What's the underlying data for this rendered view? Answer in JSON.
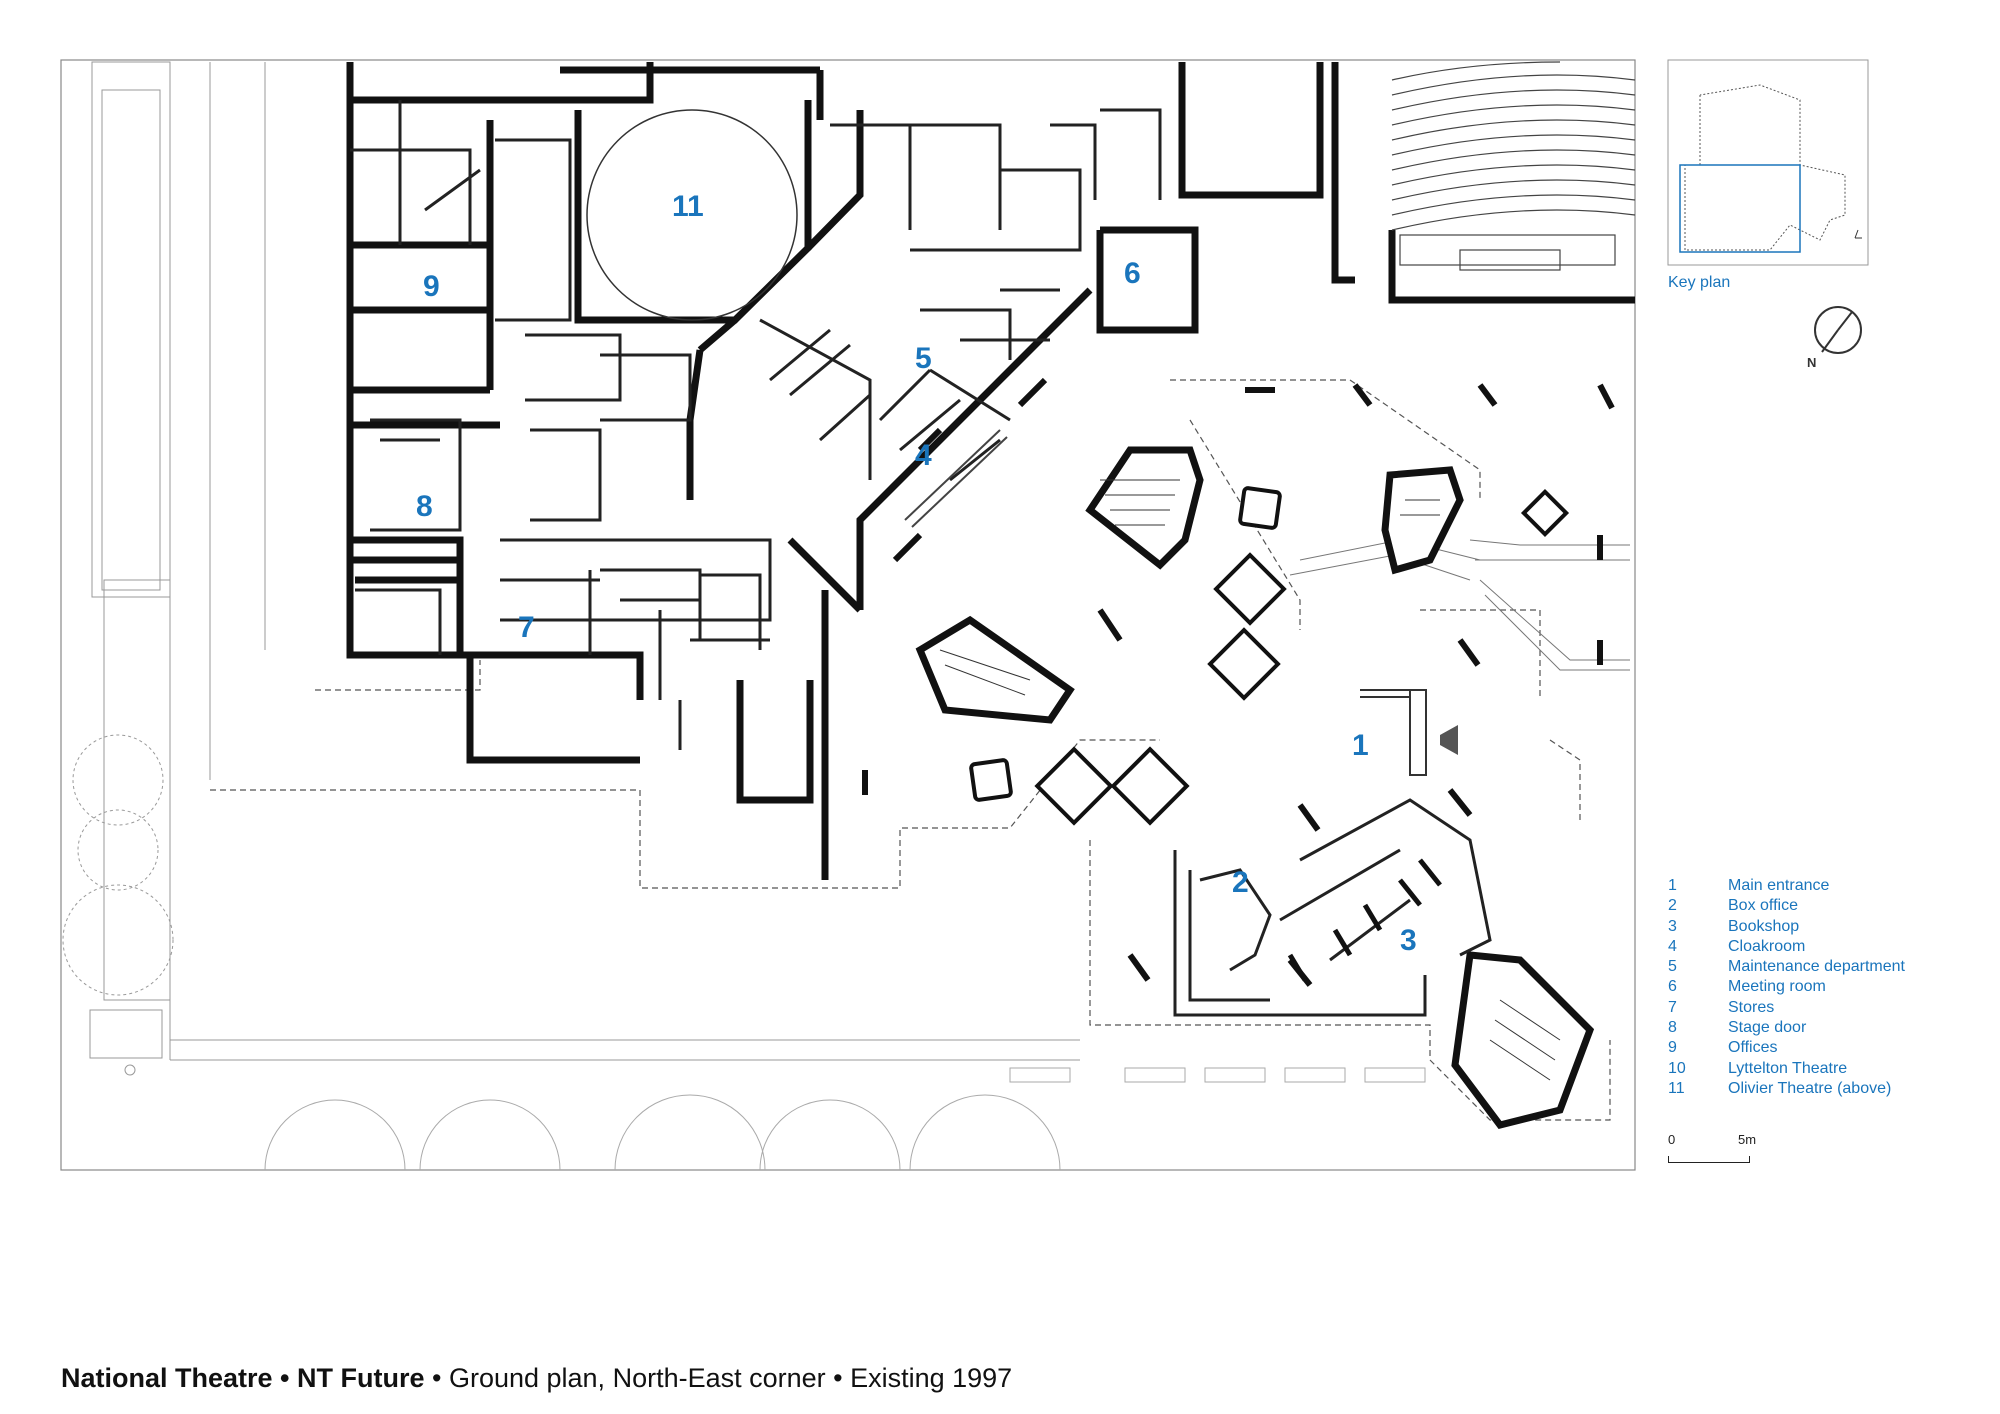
{
  "caption": {
    "bold": "National Theatre • NT Future",
    "rest": " • Ground plan, North-East corner • Existing 1997"
  },
  "key_plan_label": "Key plan",
  "north_label": "N",
  "scale": {
    "start": "0",
    "end": "5m"
  },
  "room_numbers": [
    "1",
    "2",
    "3",
    "4",
    "5",
    "6",
    "7",
    "8",
    "9",
    "11"
  ],
  "legend": [
    {
      "num": "1",
      "label": "Main entrance"
    },
    {
      "num": "2",
      "label": "Box office"
    },
    {
      "num": "3",
      "label": "Bookshop"
    },
    {
      "num": "4",
      "label": "Cloakroom"
    },
    {
      "num": "5",
      "label": "Maintenance department"
    },
    {
      "num": "6",
      "label": "Meeting room"
    },
    {
      "num": "7",
      "label": "Stores"
    },
    {
      "num": "8",
      "label": "Stage door"
    },
    {
      "num": "9",
      "label": "Offices"
    },
    {
      "num": "10",
      "label": "Lyttelton Theatre"
    },
    {
      "num": "11",
      "label": "Olivier Theatre (above)"
    }
  ],
  "colors": {
    "accent": "#1a75bc",
    "wall": "#111111",
    "thin": "#777777"
  }
}
